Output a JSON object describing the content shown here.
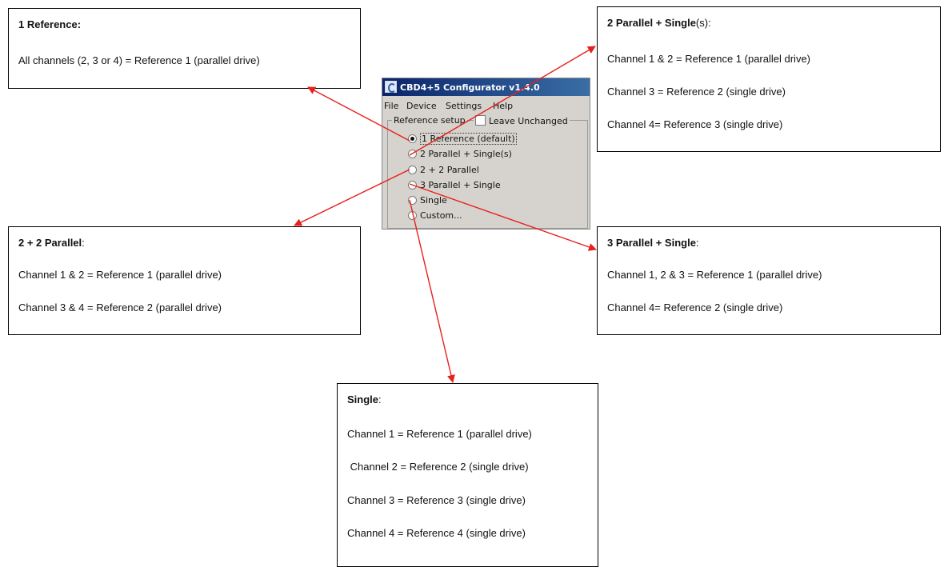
{
  "boxes": {
    "ref1": {
      "title": "1 Reference:",
      "lines": [
        "All channels (2, 3 or 4) = Reference 1 (parallel drive)"
      ]
    },
    "par2single": {
      "title_bold": "2 Parallel + Single",
      "title_plain": "(s):",
      "lines": [
        "Channel 1 & 2 = Reference 1 (parallel drive)",
        "Channel 3 = Reference 2 (single drive)",
        "Channel 4= Reference 3 (single drive)"
      ]
    },
    "par22": {
      "title_bold": "2 + 2 Parallel",
      "title_plain": ":",
      "lines": [
        "Channel 1 & 2 = Reference 1 (parallel drive)",
        "Channel 3 & 4 = Reference 2 (parallel drive)"
      ]
    },
    "par3single": {
      "title_bold": "3 Parallel + Single",
      "title_plain": ":",
      "lines": [
        "Channel 1, 2 & 3 = Reference 1 (parallel drive)",
        "Channel 4= Reference 2 (single drive)"
      ]
    },
    "single": {
      "title_bold": "Single",
      "title_plain": ":",
      "lines": [
        "Channel 1 = Reference 1 (parallel drive)",
        " Channel 2 = Reference 2 (single drive)",
        "Channel 3 = Reference 3 (single drive)",
        "Channel 4 = Reference 4 (single drive)"
      ]
    }
  },
  "window": {
    "title": "CBD4+5 Configurator v1.4.0",
    "menu": [
      "File",
      "Device",
      "Settings",
      "Help"
    ],
    "group_label": "Reference setup",
    "leave_unchanged": "Leave Unchanged",
    "options": [
      "1 Reference (default)",
      "2 Parallel + Single(s)",
      "2 + 2 Parallel",
      "3 Parallel + Single",
      "Single",
      "Custom..."
    ],
    "selected_index": 0
  },
  "colors": {
    "arrow": "#e8201c",
    "titlebar": "#0a246a",
    "window_bg": "#d6d3ce"
  }
}
